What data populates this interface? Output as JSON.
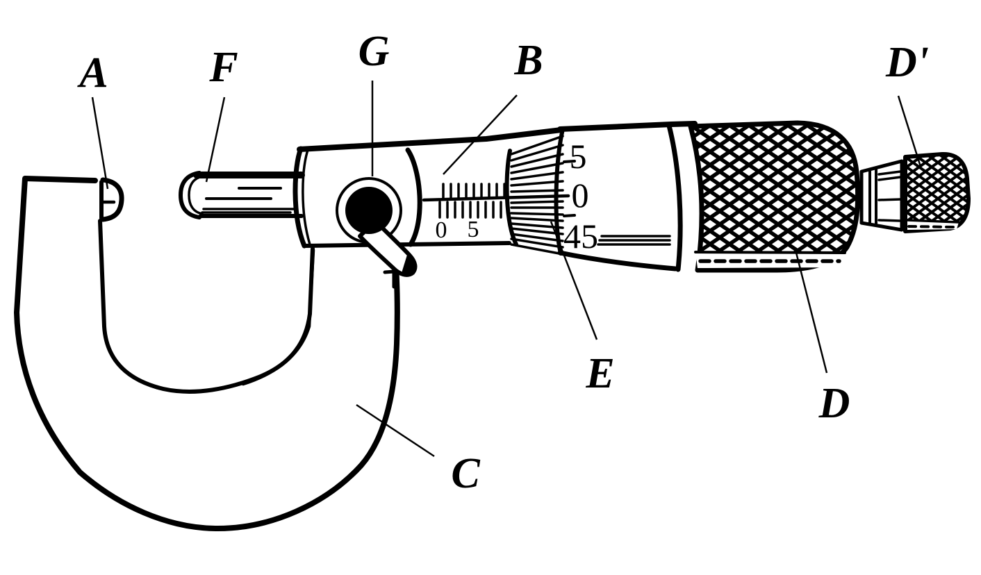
{
  "colors": {
    "ink": "#000000",
    "paper": "#ffffff"
  },
  "part_labels": {
    "A": "A",
    "F": "F",
    "G": "G",
    "B": "B",
    "D_prime": "D'",
    "E": "E",
    "D": "D",
    "C": "C"
  },
  "sleeve_scale": {
    "numbers": [
      "0",
      "5"
    ]
  },
  "thimble_scale": {
    "numbers": [
      "5",
      "0",
      "45"
    ]
  }
}
